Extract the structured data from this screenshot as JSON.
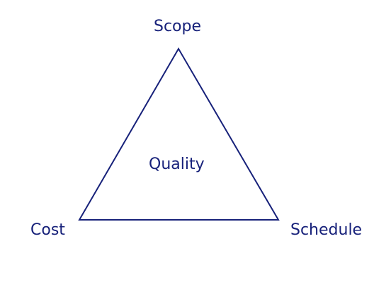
{
  "diagram": {
    "type": "project-management-triangle",
    "labels": {
      "top": "Scope",
      "center": "Quality",
      "bottom_left": "Cost",
      "bottom_right": "Schedule"
    },
    "color": "#17217a"
  }
}
